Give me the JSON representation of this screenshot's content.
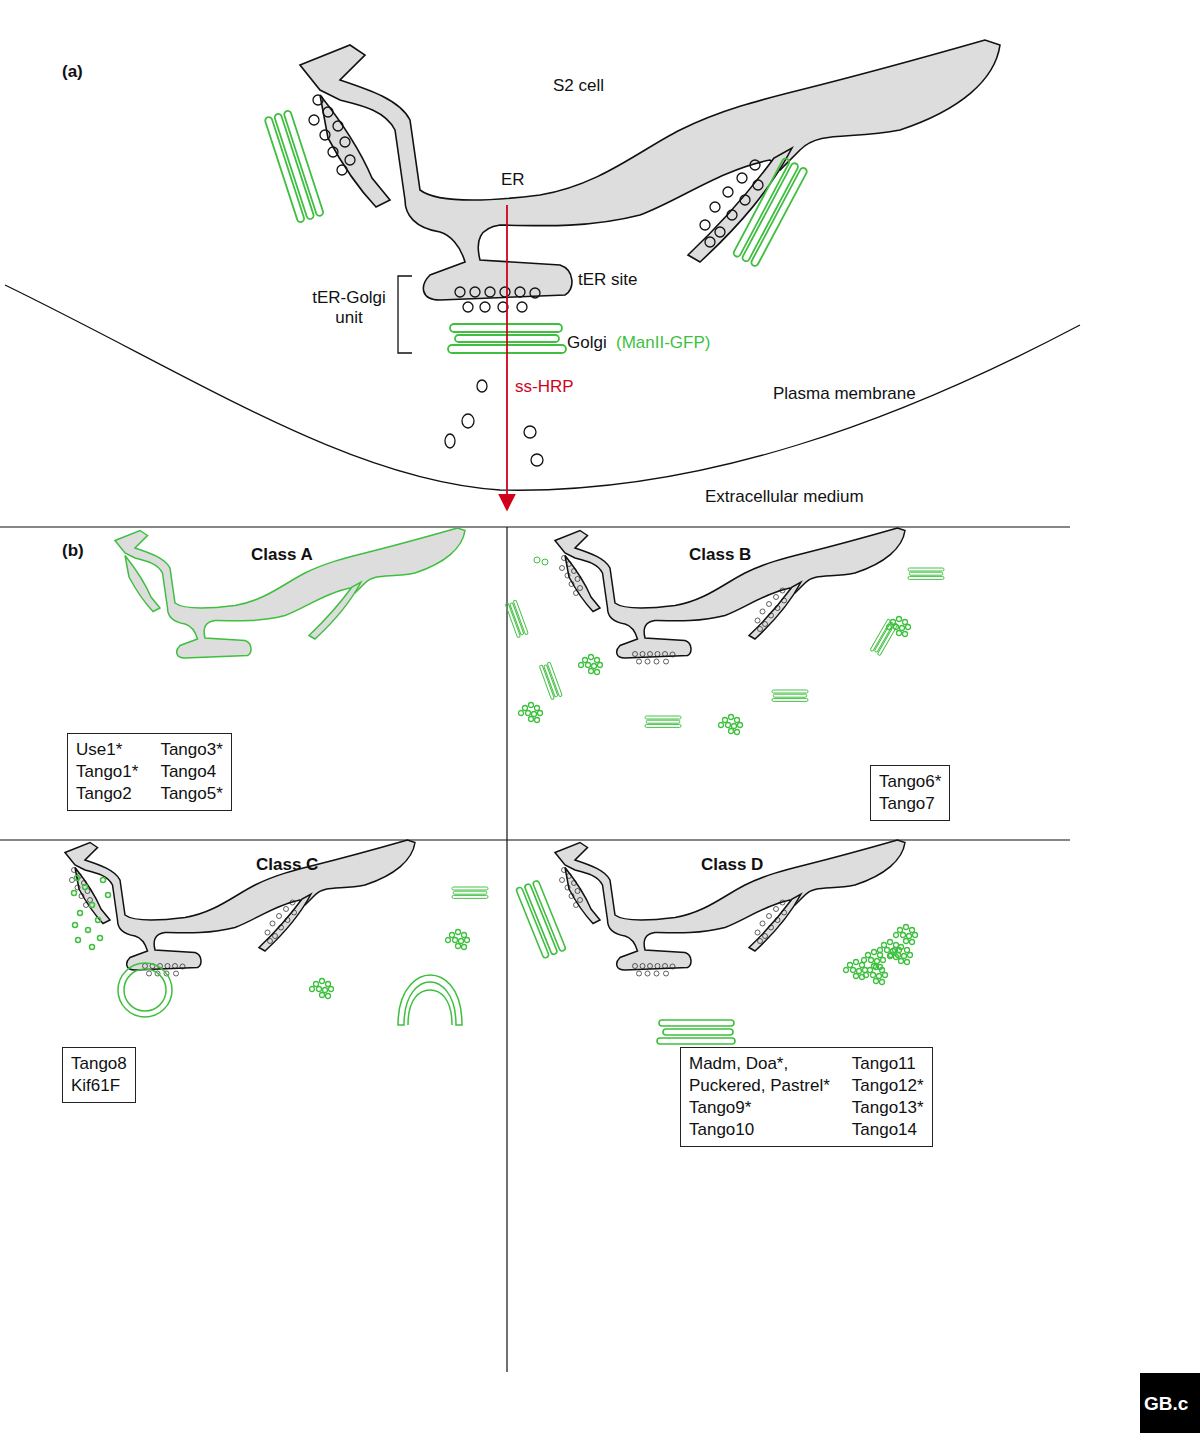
{
  "diagram": {
    "nodes": [
      {
        "text": [
          "Use1*",
          "Tango1*",
          "Tango2",
          "Tango3*",
          "Tango4",
          "Tango5*"
        ]
      },
      {
        "text": [
          "Tango6*",
          "Tango7"
        ]
      },
      {
        "text": [
          "Tango8",
          "Kif61F"
        ]
      },
      {
        "text": [
          "Madm, Doa*,",
          "Puckered, Pastrel*",
          "Tango9*",
          "Tango10",
          "Tango11",
          "Tango12*",
          "Tango13*",
          "Tango14"
        ]
      }
    ],
    "labels": [
      "(a)",
      "S2 cell",
      "ER",
      "tER site",
      "tER-Golgi unit",
      "Golgi",
      "(ManII-GFP)",
      "ss-HRP",
      "Plasma membrane",
      "Extracellular medium",
      "(b)",
      "Class A",
      "Class B",
      "Class C",
      "Class D",
      "GB.c"
    ]
  }
}
